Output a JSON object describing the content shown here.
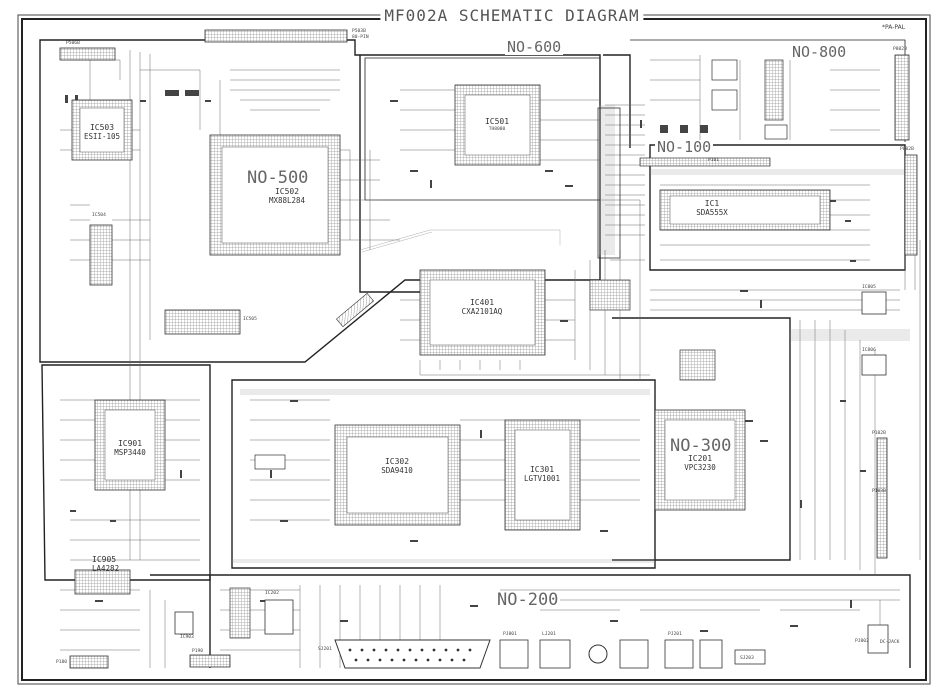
{
  "title": "MF002A SCHEMATIC DIAGRAM",
  "variant_note": "*PA-PAL",
  "zones": {
    "no600": "NO-600",
    "no800": "NO-800",
    "no100": "NO-100",
    "no500": "NO-500",
    "no300": "NO-300",
    "no200": "NO-200"
  },
  "ics": {
    "ic503": {
      "name": "IC503",
      "part": "ESII-105"
    },
    "ic502": {
      "name": "IC502",
      "part": "MX88L284"
    },
    "ic504": {
      "name": "IC504"
    },
    "ic505": {
      "name": "IC505"
    },
    "ic501": {
      "name": "IC501",
      "part": "TH8080"
    },
    "ic1": {
      "name": "IC1",
      "part": "SDA555X"
    },
    "ic401": {
      "name": "IC401",
      "part": "CXA2101AQ"
    },
    "ic302": {
      "name": "IC302",
      "part": "SDA9410"
    },
    "ic301": {
      "name": "IC301",
      "part": "LGTV1001"
    },
    "ic201": {
      "name": "IC201",
      "part": "VPC3230"
    },
    "ic901": {
      "name": "IC901",
      "part": "MSP3440"
    },
    "ic905": {
      "name": "IC905",
      "part": "LA4282"
    },
    "ic202": {
      "name": "IC202"
    },
    "ic903": {
      "name": "IC903"
    },
    "ic805": {
      "name": "IC805"
    },
    "ic806": {
      "name": "IC806"
    }
  },
  "connectors": {
    "p503": "P503B",
    "p503sub": "80-PIN",
    "p506": "P506B",
    "p802a": "P802B",
    "p802b": "P802B",
    "p101": "P101",
    "p102": "P102B",
    "p103": "P103B",
    "sj201": "SJ201",
    "pj801": "PJ801",
    "pj802": "PJ802",
    "dcjack": "DC-JACK",
    "p180": "P180",
    "p190": "P190",
    "sj203": "SJ203",
    "lj201": "LJ201",
    "pj201": "PJ201"
  }
}
